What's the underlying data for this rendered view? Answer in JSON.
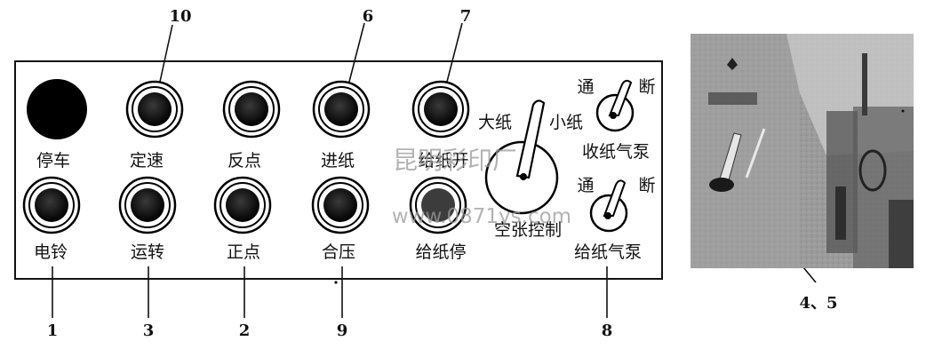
{
  "panel": {
    "buttons": {
      "stop": "停车",
      "fixed_speed": "定速",
      "reverse_jog": "反点",
      "feed_paper": "进纸",
      "paper_feed_on": "给纸开",
      "bell": "电铃",
      "run": "运转",
      "forward_jog": "正点",
      "impression_on": "合压",
      "paper_feed_stop": "给纸停"
    },
    "lever": {
      "left_label": "大纸",
      "right_label": "小纸",
      "caption": "空张控制"
    },
    "switch_top": {
      "on_label": "通",
      "off_label": "断",
      "caption": "收纸气泵"
    },
    "switch_bottom": {
      "on_label": "通",
      "off_label": "断",
      "caption": "给纸气泵"
    }
  },
  "callouts": {
    "c10": "10",
    "c6": "6",
    "c7": "7",
    "c1": "1",
    "c3": "3",
    "c2": "2",
    "c9": "9",
    "c8": "8",
    "c45": "4、5"
  },
  "watermark": {
    "cn": "昆明彩印厂",
    "url": "www.0871ys.com"
  }
}
